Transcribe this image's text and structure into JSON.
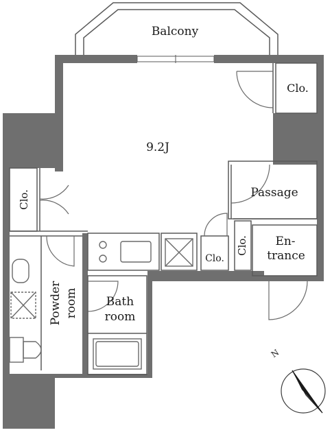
{
  "rooms": {
    "balcony": "Balcony",
    "main": "9.2J",
    "clo_top_right": "Clo.",
    "clo_left": "Clo.",
    "passage": "Passage",
    "clo_kitchen": "Clo.",
    "clo_entrance": "Clo.",
    "entrance_line1": "En-",
    "entrance_line2": "trance",
    "powder_line1": "Powder",
    "powder_line2": "room",
    "bath_line1": "Bath",
    "bath_line2": "room"
  },
  "compass": {
    "north_label": "N"
  },
  "colors": {
    "wall": "#6f6f6f",
    "line": "#5a5a5a",
    "background": "#ffffff"
  }
}
